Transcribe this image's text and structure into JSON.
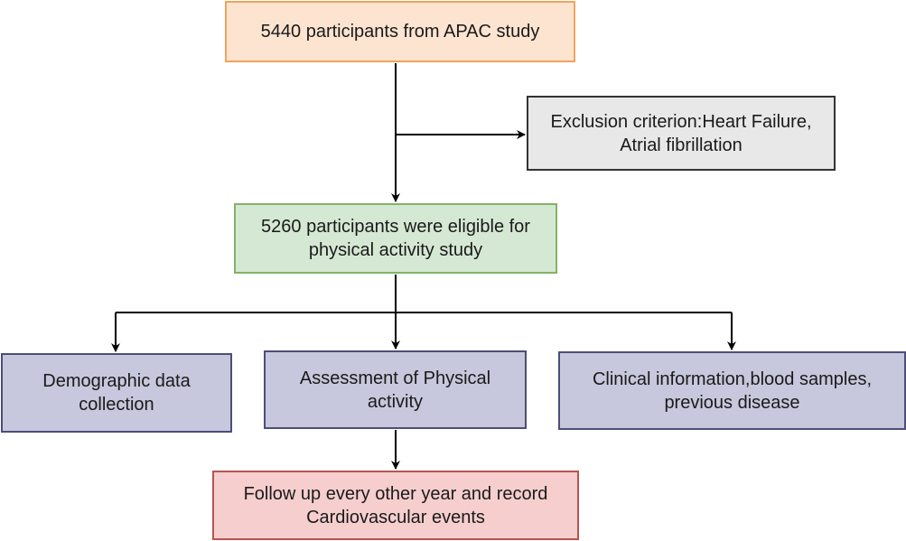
{
  "flowchart": {
    "boxes": {
      "source": {
        "text": "5440 participants from APAC study",
        "fill": "#fce4d0",
        "stroke": "#f0a55a"
      },
      "exclusion": {
        "text": "Exclusion criterion:Heart Failure,\nAtrial fibrillation",
        "fill": "#e8e8e8",
        "stroke": "#333333"
      },
      "eligible": {
        "text": "5260 participants were eligible for\nphysical activity study",
        "fill": "#d5e8d4",
        "stroke": "#82b366"
      },
      "demographic": {
        "text": "Demographic data\ncollection",
        "fill": "#c7c7dd",
        "stroke": "#4d4d7a"
      },
      "assessment": {
        "text": "Assessment of Physical\nactivity",
        "fill": "#c7c7dd",
        "stroke": "#4d4d7a"
      },
      "clinical": {
        "text": "Clinical information,blood samples,\nprevious disease",
        "fill": "#c7c7dd",
        "stroke": "#4d4d7a"
      },
      "follow_up": {
        "text": "Follow up every other year and record\nCardiovascular events",
        "fill": "#f6cece",
        "stroke": "#b85450"
      }
    },
    "connector_color": "#000000"
  }
}
